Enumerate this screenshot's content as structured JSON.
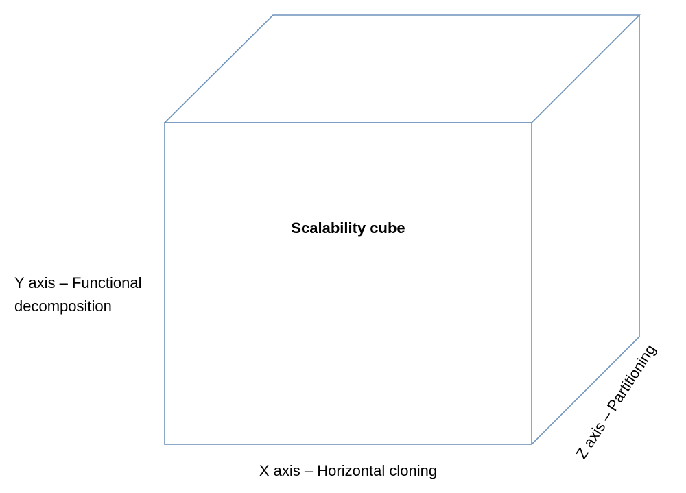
{
  "diagram": {
    "title": "Scalability cube",
    "y_axis": {
      "line1": "Y axis – Functional",
      "line2": "decomposition"
    },
    "x_axis": "X axis – Horizontal cloning",
    "z_axis": "Z axis – Partitioning",
    "edge_color": "#6f94bb"
  }
}
